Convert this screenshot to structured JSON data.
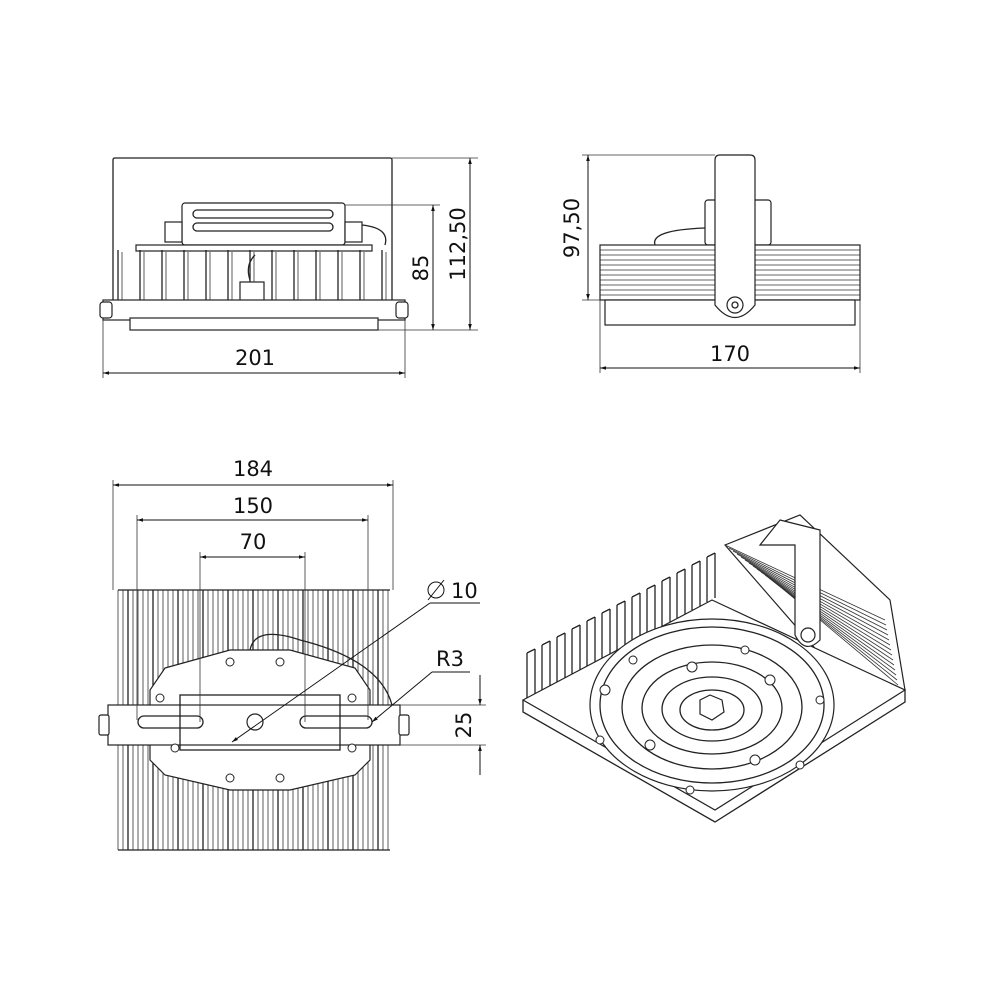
{
  "title": "LED luminaire dimensional drawing",
  "views": {
    "front": {
      "width": "201",
      "height_body": "85",
      "height_total": "112,50"
    },
    "side": {
      "width": "170",
      "height": "97,50"
    },
    "top": {
      "width_total": "184",
      "width_mount": "150",
      "slot_spacing": "70",
      "hole_diameter_symbol": "⌀",
      "hole_diameter": "10",
      "slot_radius": "R3",
      "bracket_width": "25"
    },
    "isometric": {}
  }
}
